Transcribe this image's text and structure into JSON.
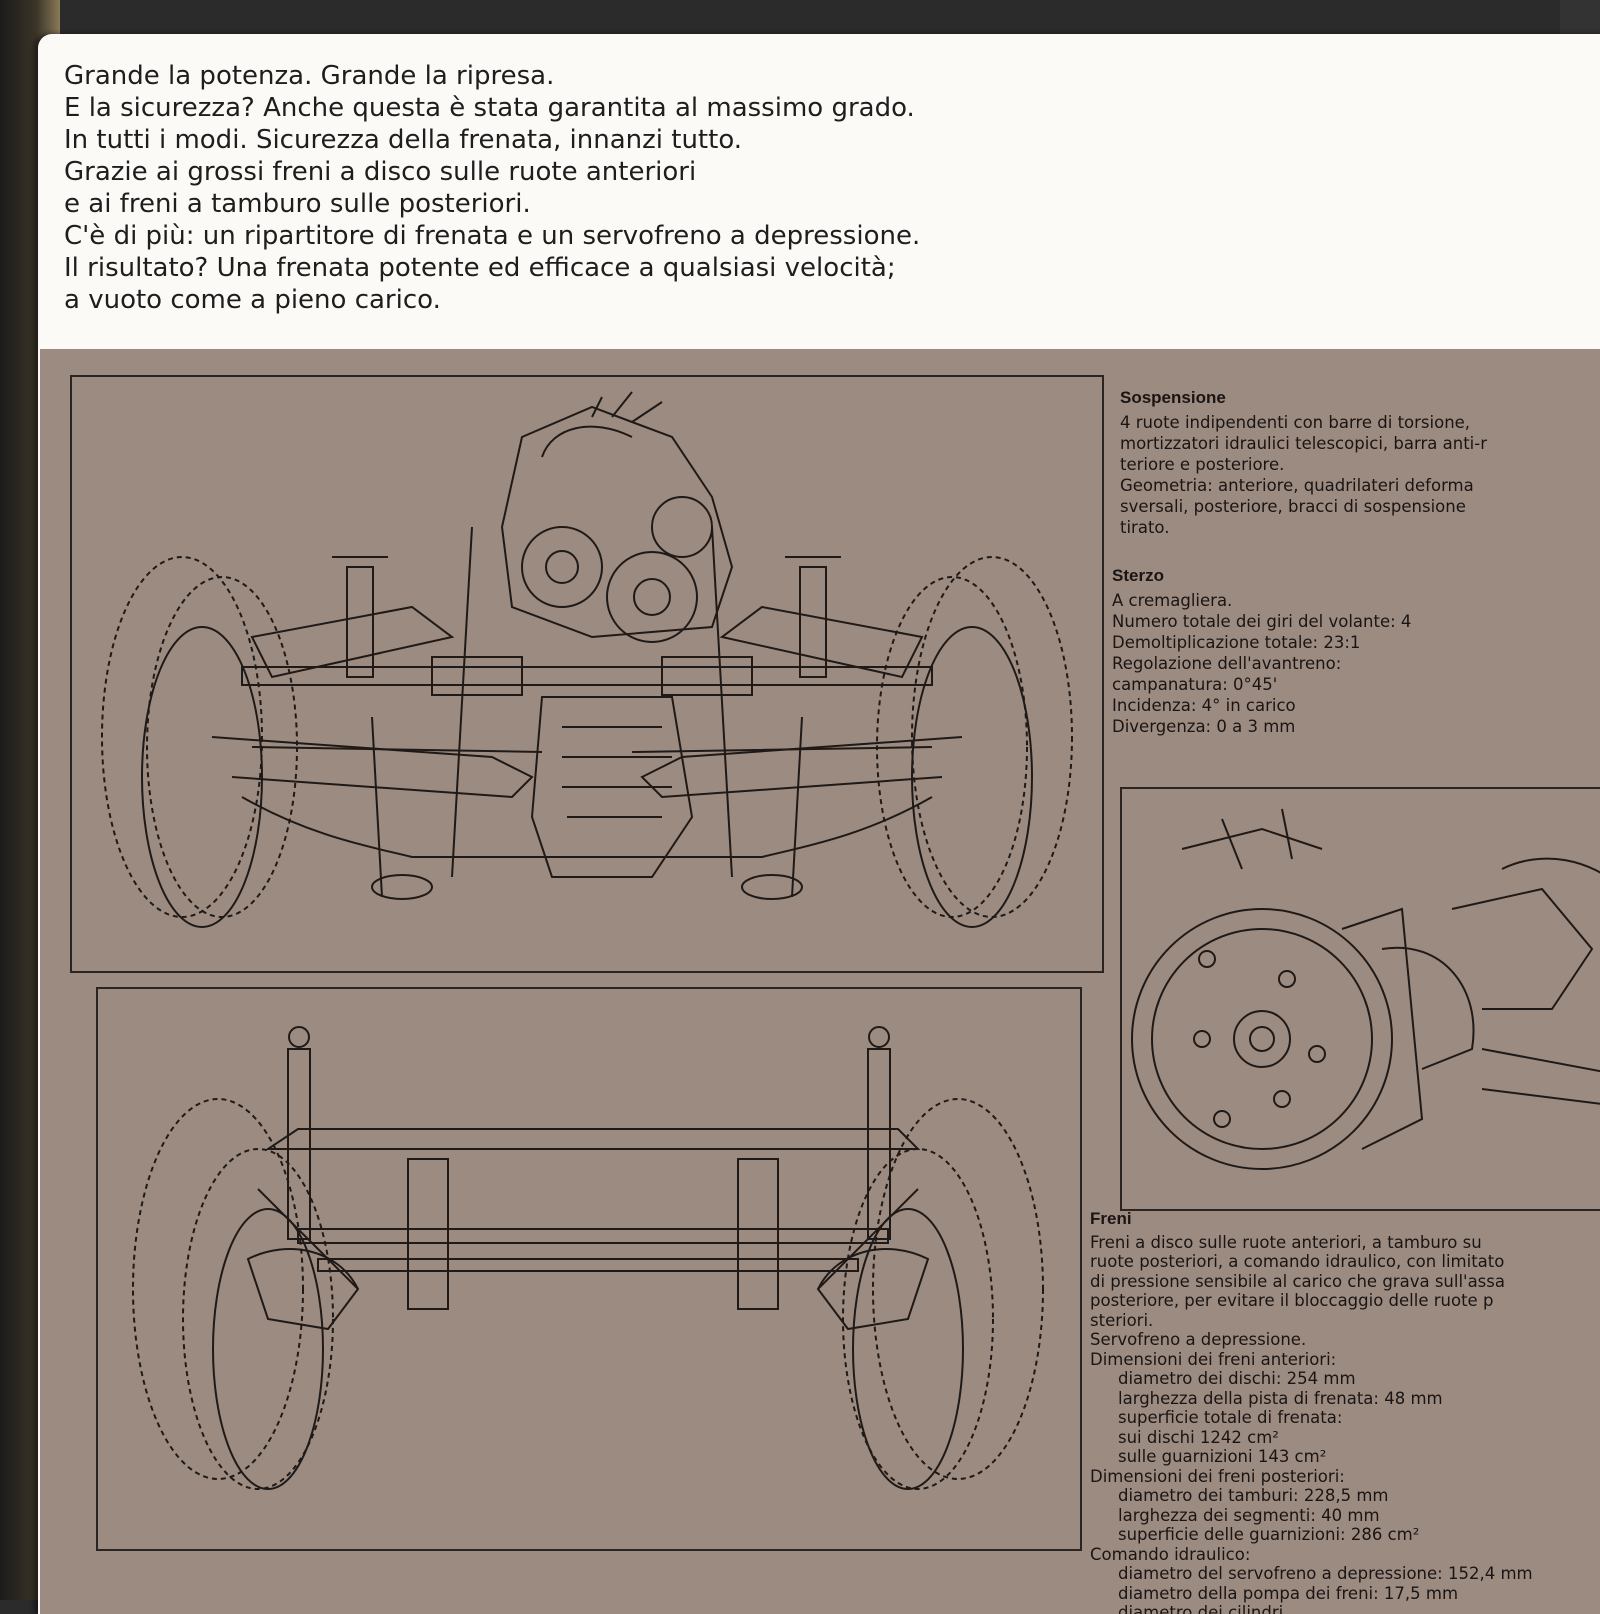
{
  "intro": {
    "lines": [
      "Grande la potenza. Grande la ripresa.",
      "E la sicurezza? Anche questa è stata garantita al massimo grado.",
      "In tutti i modi. Sicurezza della frenata, innanzi tutto.",
      "Grazie ai grossi freni a disco sulle ruote anteriori",
      "e ai freni a tamburo sulle posteriori.",
      "C'è di più: un ripartitore di frenata e un servofreno a depressione.",
      "Il risultato? Una frenata potente ed efficace a qualsiasi velocità;",
      "a vuoto come a pieno carico."
    ]
  },
  "sospensione": {
    "title": "Sospensione",
    "lines": [
      "4 ruote indipendenti con barre di torsione,",
      "mortizzatori idraulici telescopici, barra anti-r",
      "teriore e posteriore.",
      "Geometria: anteriore, quadrilateri deforma",
      "sversali, posteriore, bracci di sospensione",
      "tirato."
    ]
  },
  "sterzo": {
    "title": "Sterzo",
    "lines": [
      "A cremagliera.",
      "Numero totale dei giri del volante: 4",
      "Demoltiplicazione totale: 23:1",
      "Regolazione dell'avantreno:",
      "campanatura: 0°45'",
      "Incidenza: 4° in carico",
      "Divergenza: 0 a 3 mm"
    ]
  },
  "freni": {
    "title": "Freni",
    "lines": [
      "Freni a disco sulle ruote anteriori, a tamburo su",
      "ruote posteriori, a comando idraulico, con limitato",
      "di pressione sensibile al carico che grava sull'assa",
      "posteriore, per evitare il bloccaggio delle ruote p",
      "steriori.",
      "Servofreno a depressione.",
      "Dimensioni dei freni anteriori:"
    ],
    "anteriori": [
      "diametro dei dischi: 254 mm",
      "larghezza della pista di frenata: 48 mm",
      "superficie totale di frenata:"
    ],
    "anteriori_sub": [
      "sui dischi 1242 cm²",
      "sulle guarnizioni 143 cm²"
    ],
    "posteriori_title": "Dimensioni dei freni posteriori:",
    "posteriori": [
      "diametro dei tamburi: 228,5 mm",
      "larghezza dei segmenti: 40 mm",
      "superficie delle guarnizioni: 286 cm²"
    ],
    "comando_title": "Comando idraulico:",
    "comando": [
      "diametro del servofreno a depressione: 152,4 mm",
      "diametro della pompa dei freni: 17,5 mm",
      "diametro dei cilindri"
    ]
  },
  "colors": {
    "paper": "#fbfaf7",
    "panel_bg": "#9c8b80",
    "ink": "#1a1514"
  }
}
